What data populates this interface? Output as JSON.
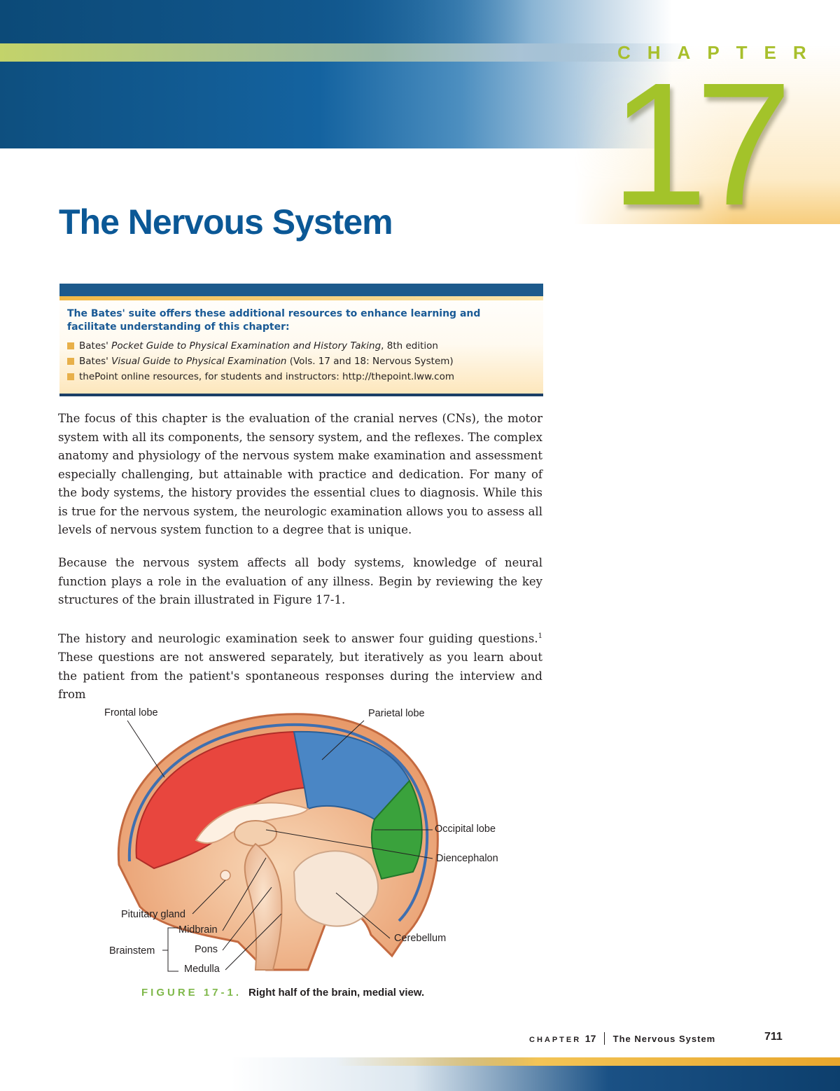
{
  "chapter": {
    "word": "CHAPTER",
    "number": "17"
  },
  "page_title": "The Nervous System",
  "resources": {
    "intro": "The Bates' suite offers these additional resources to enhance learning and facilitate understanding of this chapter:",
    "items": [
      {
        "prefix": "Bates' ",
        "italic": "Pocket Guide to Physical Examination and History Taking",
        "suffix": ", 8th edition"
      },
      {
        "prefix": "Bates' ",
        "italic": "Visual Guide to Physical Examination",
        "suffix": " (Vols. 17 and 18: Nervous System)"
      },
      {
        "prefix": "thePoint online resources, for students and instructors: http://thepoint.lww.com",
        "italic": "",
        "suffix": ""
      }
    ]
  },
  "paragraphs": [
    "The focus of this chapter is the evaluation of the cranial nerves (CNs), the motor system with all its components, the sensory system, and the reflexes. The complex anatomy and physiology of the nervous system make examination and assessment especially challenging, but attainable with practice and dedication. For many of the body systems, the history provides the essential clues to diagnosis. While this is true for the nervous system, the neurologic examination allows you to assess all levels of nervous system function to a degree that is unique.",
    "Because the nervous system affects all body systems, knowledge of neural function plays a role in the evaluation of any illness. Begin by reviewing the key structures of the brain illustrated in Figure 17-1.",
    "The history and neurologic examination seek to answer four guiding questions.",
    "These questions are not answered separately, but iteratively as you learn about the patient from the patient's spontaneous responses during the interview and from"
  ],
  "footnote_ref": "1",
  "figure": {
    "labels": {
      "frontal": "Frontal lobe",
      "parietal": "Parietal lobe",
      "occipital": "Occipital lobe",
      "diencephalon": "Diencephalon",
      "pituitary": "Pituitary gland",
      "midbrain": "Midbrain",
      "brainstem": "Brainstem",
      "pons": "Pons",
      "medulla": "Medulla",
      "cerebellum": "Cerebellum"
    },
    "caption_label": "FIGURE 17-1.",
    "caption_text": "Right half of the brain, medial view."
  },
  "footer": {
    "chapter_word": "CHAPTER",
    "chapter_number": "17",
    "title": "The Nervous System",
    "page_number": "711"
  },
  "colors": {
    "title_blue": "#0b5896",
    "chapter_green": "#a3c32a",
    "frontal": "#e8463e",
    "parietal": "#4a86c5",
    "occipital": "#3aa23c"
  }
}
